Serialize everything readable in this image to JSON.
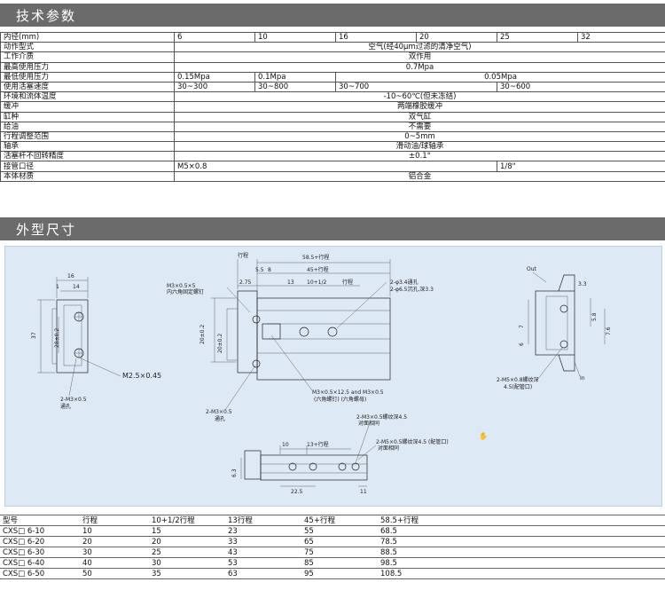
{
  "sections": {
    "specs_title": "技术参数",
    "dims_title": "外型尺寸"
  },
  "specs": {
    "bore": {
      "label": "内径(mm)",
      "values": [
        "6",
        "10",
        "16",
        "20",
        "25",
        "32"
      ]
    },
    "action": {
      "label": "动作型式",
      "value": "空气(经40μm过滤的清净空气)"
    },
    "medium": {
      "label": "工作介质",
      "value": "双作用"
    },
    "max_pressure": {
      "label": "最高使用压力",
      "value": "0.7Mpa"
    },
    "min_pressure": {
      "label": "最低使用压力",
      "values": [
        "0.15Mpa",
        "0.1Mpa",
        "0.05Mpa"
      ]
    },
    "speed": {
      "label": "使用活塞速度",
      "values": [
        "30~300",
        "30~800",
        "30~700",
        "30~600"
      ]
    },
    "temp": {
      "label": "环境和流体温度",
      "value": "-10~60℃(但未冻结)"
    },
    "cushion": {
      "label": "缓冲",
      "value": "两端橡胶缓冲"
    },
    "tube": {
      "label": "缸种",
      "value": "双气缸"
    },
    "lube": {
      "label": "给油",
      "value": "不需要"
    },
    "stroke_adj": {
      "label": "行程调整范围",
      "value": "0~5mm"
    },
    "bearing": {
      "label": "轴承",
      "value": "滑动油/球轴承"
    },
    "rod_rot": {
      "label": "活塞杆不回转精度",
      "value": "±0.1°"
    },
    "port": {
      "label": "接管口径",
      "values": [
        "M5×0.8",
        "1/8\""
      ]
    },
    "material": {
      "label": "本体材质",
      "value": "铝合金"
    }
  },
  "drawing": {
    "side": {
      "d16": "16",
      "d1": "1",
      "d14": "14",
      "d37": "37",
      "d28": "28±0.2",
      "hole": "2-M3×0.5",
      "hole2": "通孔",
      "m25": "M2.5×0.45"
    },
    "main": {
      "stroke": "行程",
      "total": "58.5+行程",
      "d55": "5.5",
      "d8": "8",
      "d45": "45+行程",
      "d275": "2.75",
      "d13": "13",
      "d10half": "10+1/2",
      "stroke2": "行程",
      "m3a": "M3×0.5×5",
      "m3b": "内六角固定螺钉",
      "v202": "20±0.2",
      "v202b": "20±0.2",
      "thr1": "2-φ3.4通孔",
      "thr2": "2-φ6.5沉孔,深3.3",
      "m3c": "M3×0.5×12.5 and M3×0.5",
      "m3d": "(六角螺钉)   (六角螺母)",
      "m3e": "2-M3×0.5",
      "m3f": "通孔"
    },
    "port": {
      "out": "Out",
      "in": "In",
      "d33": "3.3",
      "d58": "5.8",
      "d76": "7.6",
      "d7": "7",
      "d6": "6",
      "m5a": "2-M5×0.8螺纹深",
      "m5b": "4.5(配管口)"
    },
    "bottom": {
      "d10": "10",
      "d13s": "13+行程",
      "m3g": "2-M3×0.5螺纹深4.5",
      "m3h": "对面相同",
      "m5c": "2-M5×0.5螺纹深4.5 (配管口)",
      "m5d": "对面相同",
      "d225": "22.5",
      "d11": "11",
      "d63": "6.3"
    }
  },
  "dims_table": {
    "headers": [
      "型号",
      "行程",
      "10+1/2行程",
      "13行程",
      "45+行程",
      "58.5+行程"
    ],
    "rows": [
      [
        "CXS□ 6-10",
        "10",
        "15",
        "23",
        "55",
        "68.5"
      ],
      [
        "CXS□ 6-20",
        "20",
        "20",
        "33",
        "65",
        "78.5"
      ],
      [
        "CXS□ 6-30",
        "30",
        "25",
        "43",
        "75",
        "88.5"
      ],
      [
        "CXS□ 6-40",
        "40",
        "30",
        "53",
        "85",
        "98.5"
      ],
      [
        "CXS□ 6-50",
        "50",
        "35",
        "63",
        "95",
        "108.5"
      ]
    ]
  }
}
